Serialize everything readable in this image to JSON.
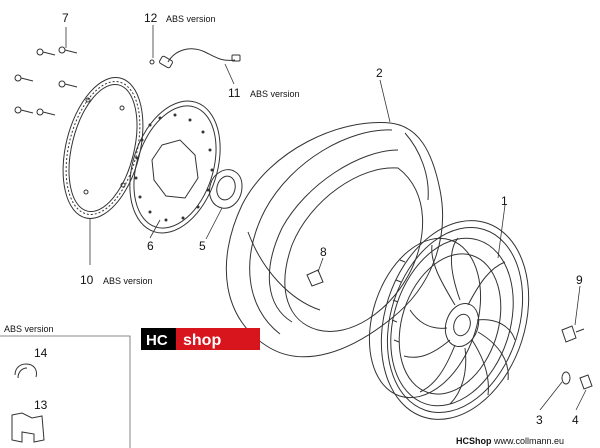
{
  "callouts": {
    "c1": "1",
    "c2": "2",
    "c3": "3",
    "c4": "4",
    "c5": "5",
    "c6": "6",
    "c7": "7",
    "c8": "8",
    "c9": "9",
    "c10": "10",
    "c11": "11",
    "c12": "12",
    "c13": "13",
    "c14": "14"
  },
  "abs_note": "ABS version",
  "inset": {
    "title": "ABS version"
  },
  "logo": {
    "hc": "HC",
    "shop": "shop"
  },
  "footer": {
    "shop": "HCShop",
    "url": "www.collmann.eu"
  },
  "colors": {
    "logo_red": "#d8141c",
    "logo_white": "#ffffff",
    "line": "#333333"
  }
}
